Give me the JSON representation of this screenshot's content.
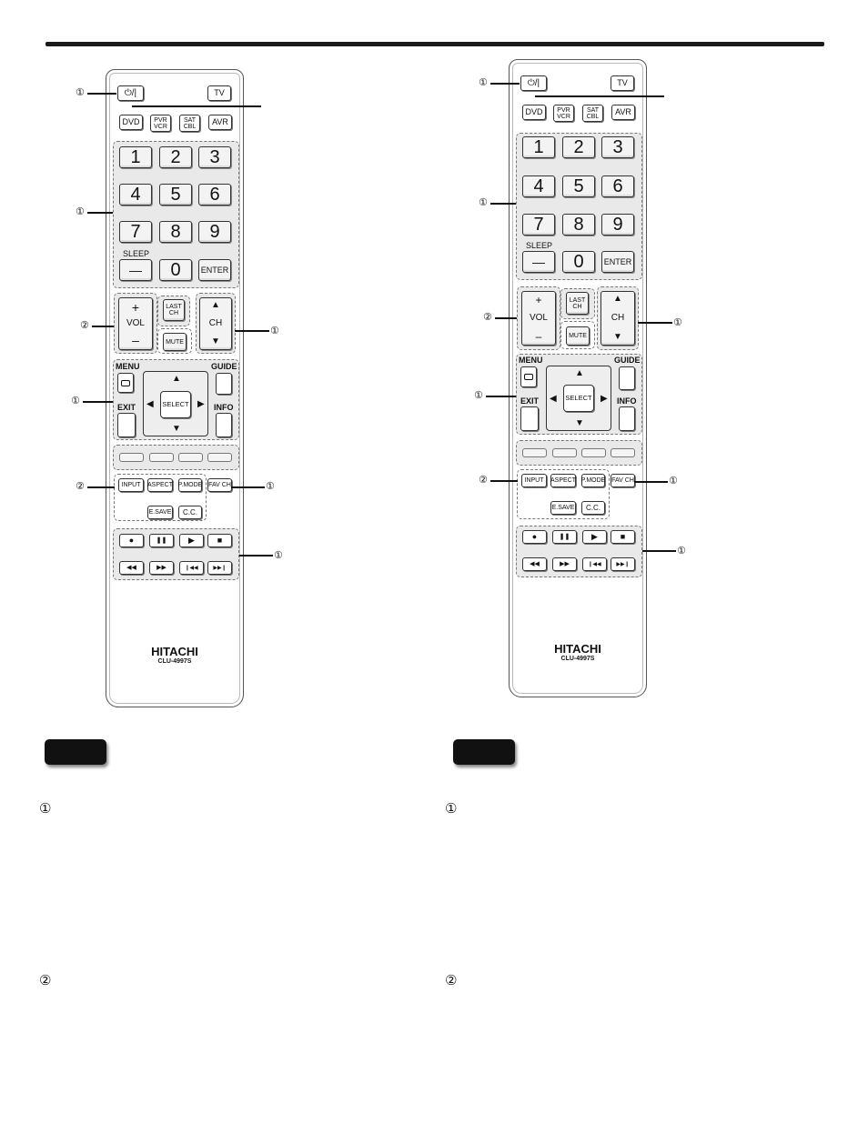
{
  "remote": {
    "power_label": "⏻/|",
    "tv_label": "TV",
    "dvd_label": "DVD",
    "pvr_label": "PVR\nVCR",
    "sat_label": "SAT\nCBL",
    "avr_label": "AVR",
    "digits": [
      "1",
      "2",
      "3",
      "4",
      "5",
      "6",
      "7",
      "8",
      "9"
    ],
    "sleep_label": "SLEEP",
    "dash_label": "—",
    "zero_label": "0",
    "enter_label": "ENTER",
    "vol_plus": "+",
    "vol_label": "VOL",
    "vol_minus": "–",
    "last_ch_label": "LAST\nCH",
    "mute_label": "MUTE",
    "ch_label": "CH",
    "ch_up": "▲",
    "ch_down": "▼",
    "menu_label": "MENU",
    "guide_label": "GUIDE",
    "exit_label": "EXIT",
    "info_label": "INFO",
    "select_label": "SELECT",
    "input_label": "INPUT",
    "aspect_label": "ASPECT",
    "pmode_label": "P.MODE",
    "favch_label": "FAV CH",
    "esave_label": "E.SAVE",
    "cc_label": "C.C.",
    "record_icon": "●",
    "pause_icon": "❚❚",
    "play_icon": "▶",
    "stop_icon": "■",
    "rew_icon": "◀◀",
    "ff_icon": "▶▶",
    "prev_icon": "❙◀◀",
    "next_icon": "▶▶❙",
    "brand": "HITACHI",
    "model": "CLU-4997S"
  },
  "callouts": {
    "one": "①",
    "two": "②"
  },
  "sections": {
    "left_bullets": [
      "①",
      "②"
    ],
    "right_bullets": [
      "①",
      "②"
    ]
  }
}
